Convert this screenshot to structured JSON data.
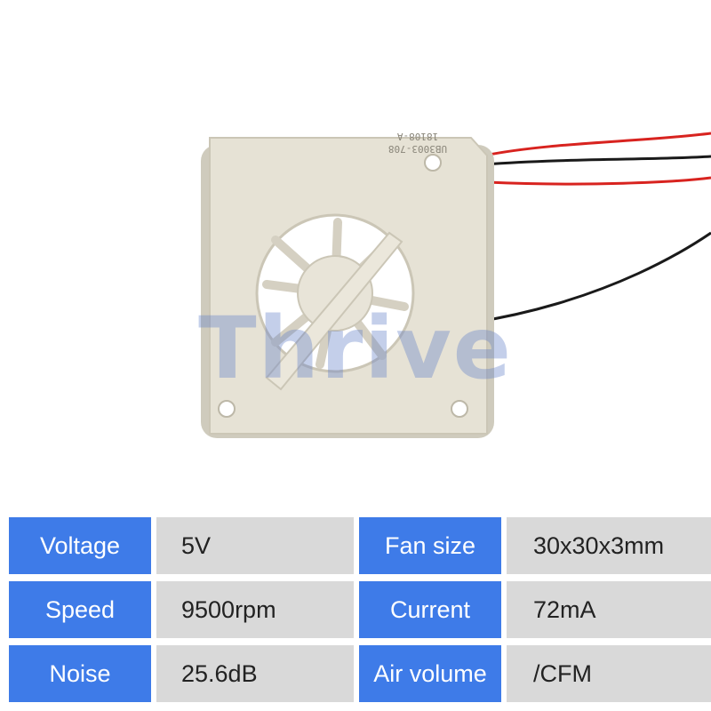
{
  "product_image": {
    "housing_color": "#e6e2d5",
    "wire_colors": [
      "#d8231f",
      "#1a1a1a"
    ],
    "watermark": "Thrive",
    "label_text": [
      "UB3003-708",
      "18108-A"
    ]
  },
  "specs": [
    {
      "label": "Voltage",
      "value": "5V"
    },
    {
      "label": "Fan size",
      "value": "30x30x3mm"
    },
    {
      "label": "Speed",
      "value": "9500rpm"
    },
    {
      "label": "Current",
      "value": "72mA"
    },
    {
      "label": "Noise",
      "value": "25.6dB"
    },
    {
      "label": "Air volume",
      "value": "/CFM"
    }
  ],
  "colors": {
    "label_bg": "#3e7be8",
    "value_bg": "#d9d9d9"
  }
}
